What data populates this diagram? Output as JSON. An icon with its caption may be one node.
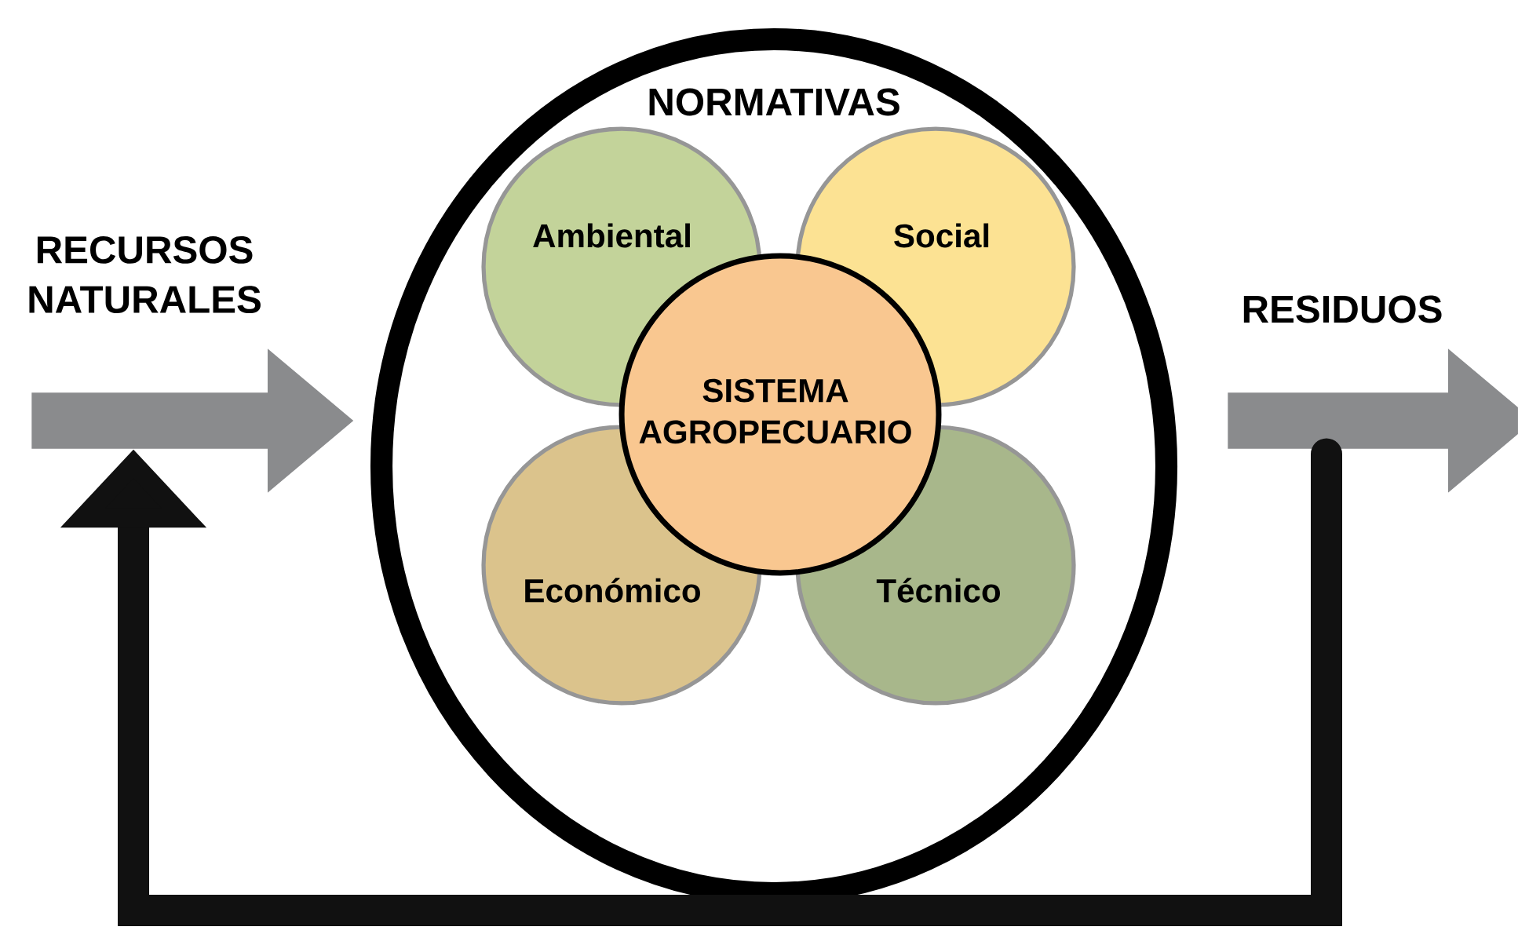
{
  "diagram": {
    "nodes": [
      {
        "text": [
          "NORMATIVAS"
        ]
      },
      {
        "text": [
          "Ambiental"
        ],
        "in": 0
      },
      {
        "text": [
          "Social"
        ],
        "in": 0
      },
      {
        "text": [
          "Económico"
        ],
        "in": 0
      },
      {
        "text": [
          "Técnico"
        ],
        "in": 0
      },
      {
        "text": [
          "SISTEMA AGROPECUARIO"
        ],
        "in": 0
      },
      {
        "text": [],
        "shape": "arrow",
        "beside": [
          "RECURSOS NATURALES"
        ]
      },
      {
        "text": [],
        "shape": "arrow",
        "beside": [
          "RESIDUOS"
        ]
      }
    ],
    "edges": [
      {
        "from": 7,
        "to": 6,
        "arrow": "to"
      }
    ]
  }
}
